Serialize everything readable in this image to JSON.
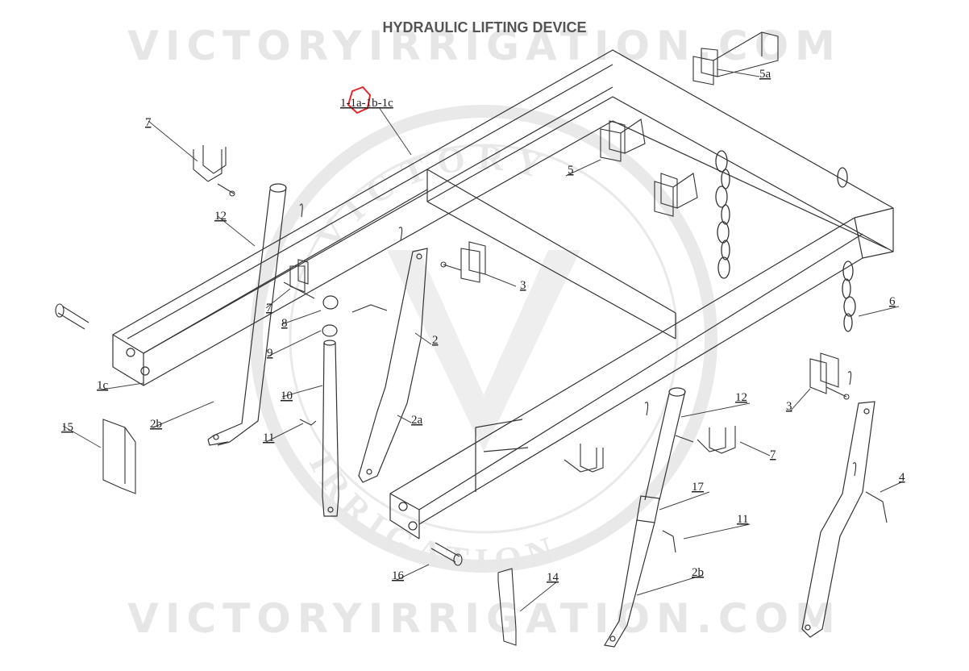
{
  "title": "HYDRAULIC LIFTING DEVICE",
  "watermark": {
    "top_text": "VICTORYIRRIGATION.COM",
    "bottom_text": "VICTORYIRRIGATION.COM",
    "arc_top": "VICTORY",
    "arc_bottom": "IRRIGATION",
    "monogram": "V"
  },
  "colors": {
    "line": "#333333",
    "leader": "#444444",
    "watermark": "#e6e6e6",
    "highlight": "#e3262b"
  },
  "callouts": {
    "c_1": "1-1a-1b-1c",
    "c_5a": "5a",
    "c_5": "5",
    "c_7_top": "7",
    "c_12_left": "12",
    "c_3_center": "3",
    "c_6": "6",
    "c_7_mid": "7",
    "c_8": "8",
    "c_9": "9",
    "c_2": "2",
    "c_1c": "1c",
    "c_10": "10",
    "c_2b_left": "2b",
    "c_2a": "2a",
    "c_11_left": "11",
    "c_15": "15",
    "c_12_right": "12",
    "c_3_right": "3",
    "c_7_right": "7",
    "c_4": "4",
    "c_17": "17",
    "c_11_right": "11",
    "c_16": "16",
    "c_14": "14",
    "c_2b_right": "2b"
  }
}
